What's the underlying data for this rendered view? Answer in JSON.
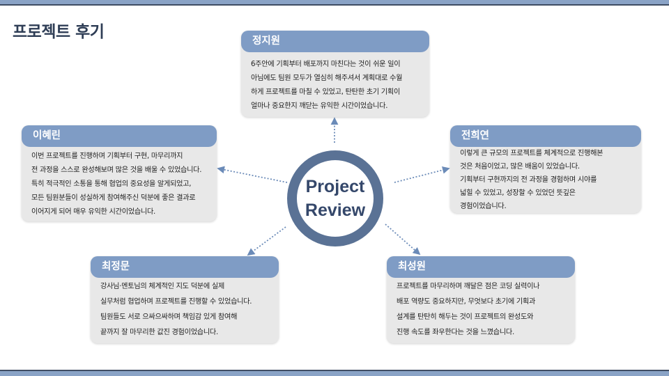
{
  "title": "프로젝트 후기",
  "center": {
    "line1": "Project",
    "line2": "Review"
  },
  "colors": {
    "header": "#7f9cc5",
    "ring": "#5a7295",
    "card_body": "#e8e8e8",
    "title": "#2e3d55"
  },
  "reviews": [
    {
      "name": "정지원",
      "lines": [
        "6주안에 기획부터 배포까지 마친다는 것이 쉬운 일이",
        "아님에도 팀원 모두가 열심히 해주셔서 계획대로 수월",
        "하게 프로젝트를 마칠 수 있었고, 탄탄한 초기 기획이",
        "얼마나 중요한지 깨닫는 유익한 시간이었습니다."
      ]
    },
    {
      "name": "이혜린",
      "lines": [
        "이번 프로젝트를 진행하며 기획부터 구현, 마무리까지",
        "전 과정을 스스로 완성해보며 많은 것을 배울 수 있었습니다.",
        "특히 적극적인 소통을 통해 협업의 중요성을 알게되었고,",
        "모든 팀원분들이 성실하게 참여해주신 덕분에 좋은 결과로",
        "이어지게 되어 매우 유익한 시간이었습니다."
      ]
    },
    {
      "name": "전희연",
      "lines": [
        "이렇게 큰 규모의 프로젝트를 체계적으로 진행해본",
        "것은 처음이었고, 많은 배움이 있었습니다.",
        "기획부터 구현까지의 전 과정을 경험하며 시야를",
        "넓힐 수 있었고, 성장할 수 있었던 뜻깊은",
        "경험이었습니다."
      ]
    },
    {
      "name": "최정문",
      "lines": [
        "강사님·멘토님의 체계적인 지도 덕분에 실제",
        "실무처럼 협업하며 프로젝트를 진행할 수 있었습니다.",
        "팀원들도 서로 으싸으싸하며 책임감 있게 참여해",
        "끝까지 잘 마무리한 값진 경험이었습니다."
      ]
    },
    {
      "name": "최성원",
      "lines": [
        "프로젝트를 마무리하며 깨달은 점은 코딩 실력이나",
        "배포 역량도 중요하지만, 무엇보다 초기에 기획과",
        "설계를 탄탄히 해두는 것이 프로젝트의 완성도와",
        "진행 속도를 좌우한다는 것을 느꼈습니다."
      ]
    }
  ]
}
